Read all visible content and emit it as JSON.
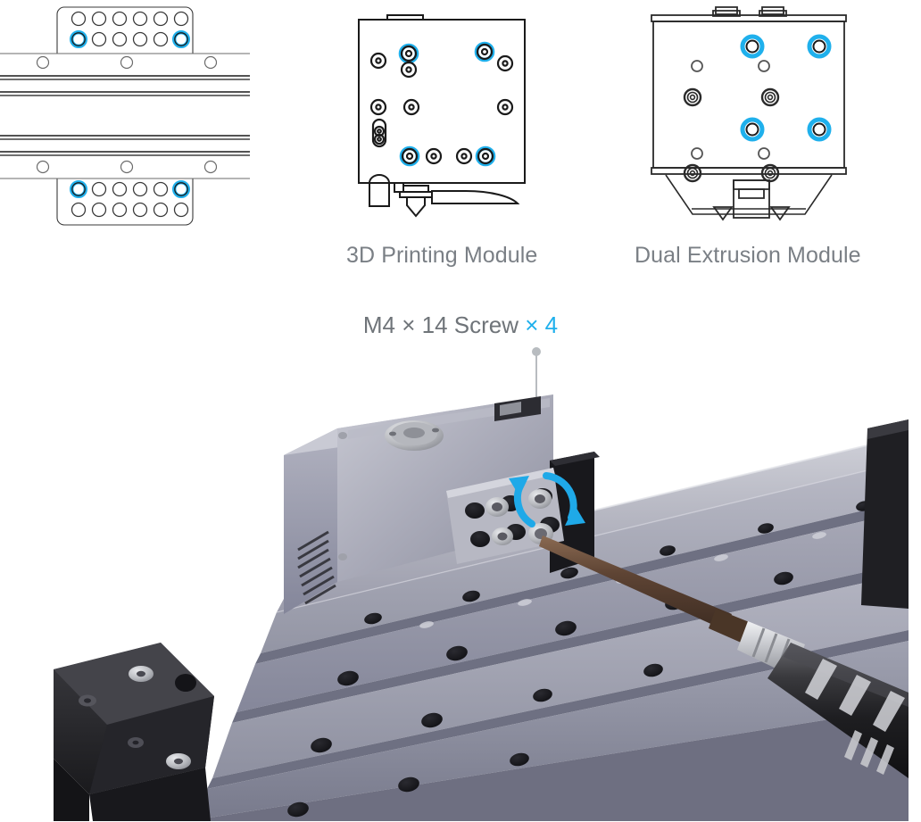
{
  "page": {
    "background": "#ffffff",
    "accent_color": "#1fb0ec",
    "text_color": "#7a7f85",
    "line_color": "#1a1a1a"
  },
  "diagrams": {
    "rail_assembly": {
      "name": "linear-rail-mounting-plate-diagram",
      "description": "Top and bottom mounting plates with 6x2 hole grids on a linear rail profile; corner holes highlighted",
      "highlighted_hole_count": 4,
      "plate_hole_columns": 6,
      "plate_hole_rows": 2,
      "rail_hole_count_per_row": 3
    },
    "printing_module": {
      "name": "3d-printing-module-diagram",
      "caption": "3D Printing Module",
      "highlighted_hole_count": 4
    },
    "dual_extrusion_module": {
      "name": "dual-extrusion-module-diagram",
      "caption": "Dual Extrusion Module",
      "highlighted_hole_count": 4
    }
  },
  "callout": {
    "screw_label": "M4 × 14 Screw",
    "screw_quantity": "× 4",
    "accent_color": "#1fb0ec"
  },
  "photo": {
    "name": "assembly-photo",
    "description": "Screwdriver tightening an M4 screw on the module bracket mounted to the aluminium linear rail",
    "rotation_arrow_color": "#1fa9e8"
  }
}
